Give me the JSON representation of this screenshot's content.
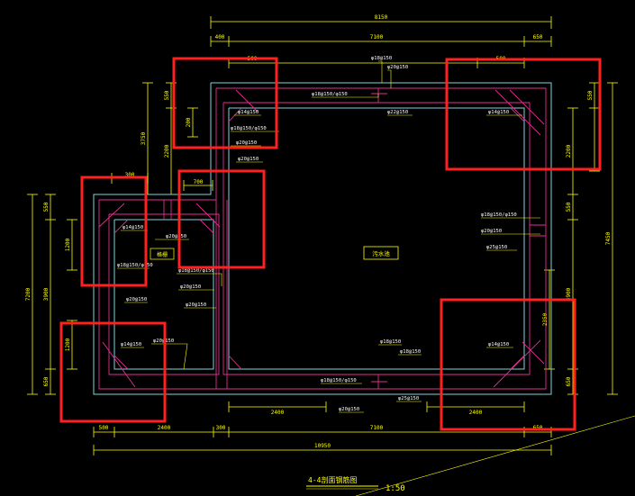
{
  "colors": {
    "background": "#000000",
    "dimension": "#ffff00",
    "concrete": "#7fd3e0",
    "rebar": "#e0308f",
    "label": "#ffffff",
    "leader": "#ffff00",
    "highlight": "#ff2020",
    "tag": "#ffff00"
  },
  "dims": {
    "top_overall": "8150",
    "top_left": "400",
    "top_mid": "7100",
    "top_right": "650",
    "top_small_left": "500",
    "top_small_right": "500",
    "bottom_overall": "10950",
    "bottom_a": "500",
    "bottom_b": "2400",
    "bottom_c": "300",
    "bottom_d": "7100",
    "bottom_e": "650",
    "inner_2400_left": "2400",
    "inner_2400_right": "2400",
    "left_7200": "7200",
    "left_3900": "3900",
    "left_1200_upper": "1200",
    "left_1200_lower": "1200",
    "left_550_upper": "550",
    "left_650_lower": "650",
    "mid_3750": "3750",
    "mid_2200": "2200",
    "mid_550": "550",
    "mid_200": "200",
    "notch_300": "300",
    "notch_700": "700",
    "right_7450": "7450",
    "right_550_top": "550",
    "right_2200": "2200",
    "right_550": "550",
    "right_3900": "3900",
    "right_2350": "2350",
    "right_650": "650"
  },
  "rebar_labels": {
    "l_top_1": "φ18@150",
    "l_top_2": "φ20@150",
    "l_top_3": "φ18@150/φ150",
    "l_top_4": "φ22@150",
    "l_tl_1": "φ14@150",
    "l_tl_2": "φ18@150/φ150",
    "l_tl_3": "φ20@150",
    "l_tl_4": "φ20@150",
    "l_tr_1": "φ14@150",
    "l_left_1": "φ14@150",
    "l_left_2": "φ20@150",
    "l_left_3": "φ18@150/φ150",
    "l_left_4": "φ20@150",
    "l_mid_1": "φ18@150/φ150",
    "l_mid_2": "φ20@150",
    "l_mid_3": "φ20@150",
    "l_right_1": "φ18@150/φ150",
    "l_right_2": "φ20@150",
    "l_right_3": "φ25@150",
    "l_bl_1": "φ14@150",
    "l_bl_2": "φ20@150",
    "l_bot_1": "φ18@150",
    "l_bot_2": "φ18@150",
    "l_bot_3": "φ18@150/φ150",
    "l_bot_4": "φ20@150",
    "l_bot_5": "φ25@150",
    "l_br_1": "φ14@150"
  },
  "rooms": {
    "main": "污水池",
    "side": "格栅"
  },
  "title": {
    "text": "4-4剖面钢筋图",
    "scale": "1:50"
  }
}
